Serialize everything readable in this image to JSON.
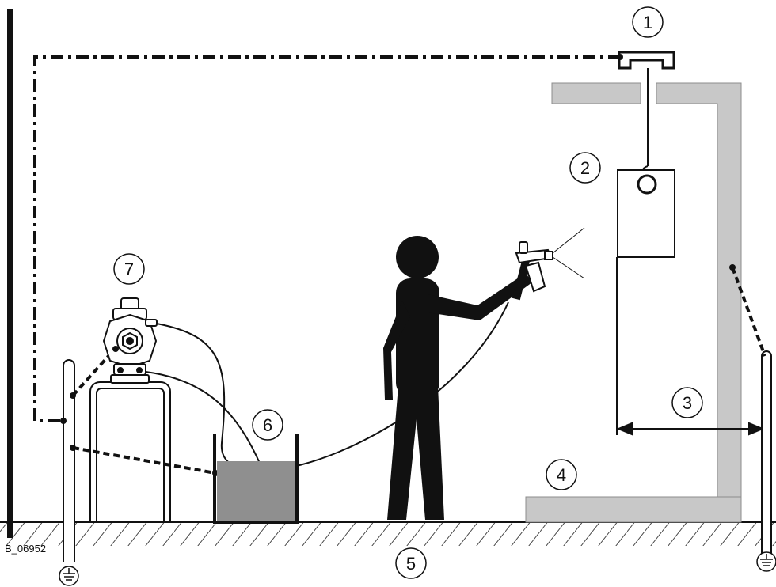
{
  "figure_code": "B_06952",
  "callouts": [
    {
      "label": "1"
    },
    {
      "label": "2"
    },
    {
      "label": "3"
    },
    {
      "label": "4"
    },
    {
      "label": "5"
    },
    {
      "label": "6"
    },
    {
      "label": "7"
    }
  ],
  "colors": {
    "line": "#111111",
    "booth_gray": "#c8c8c8",
    "fluid_gray": "#8f8f8f",
    "background": "#ffffff"
  }
}
